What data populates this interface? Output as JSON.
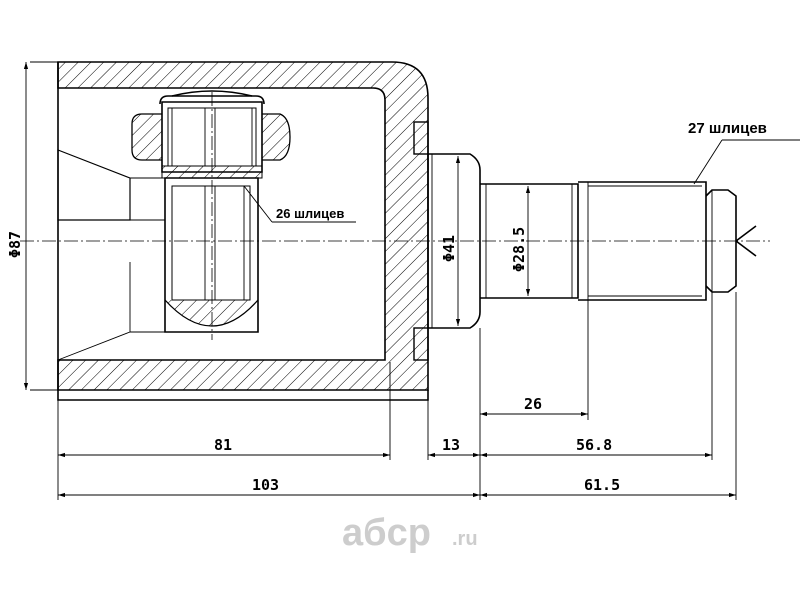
{
  "diagram": {
    "dimensions": {
      "outer_diameter": "Φ87",
      "flange_diameter": "Φ41",
      "shaft_diameter": "Φ28.5",
      "len_81": "81",
      "len_13": "13",
      "len_56_8": "56.8",
      "len_26": "26",
      "len_103": "103",
      "len_61_5": "61.5"
    },
    "callouts": {
      "inner_splines": "26 шлицев",
      "outer_splines": "27 шлицев"
    },
    "watermark": {
      "brand": "aбcp",
      "suffix": ".ru"
    }
  }
}
